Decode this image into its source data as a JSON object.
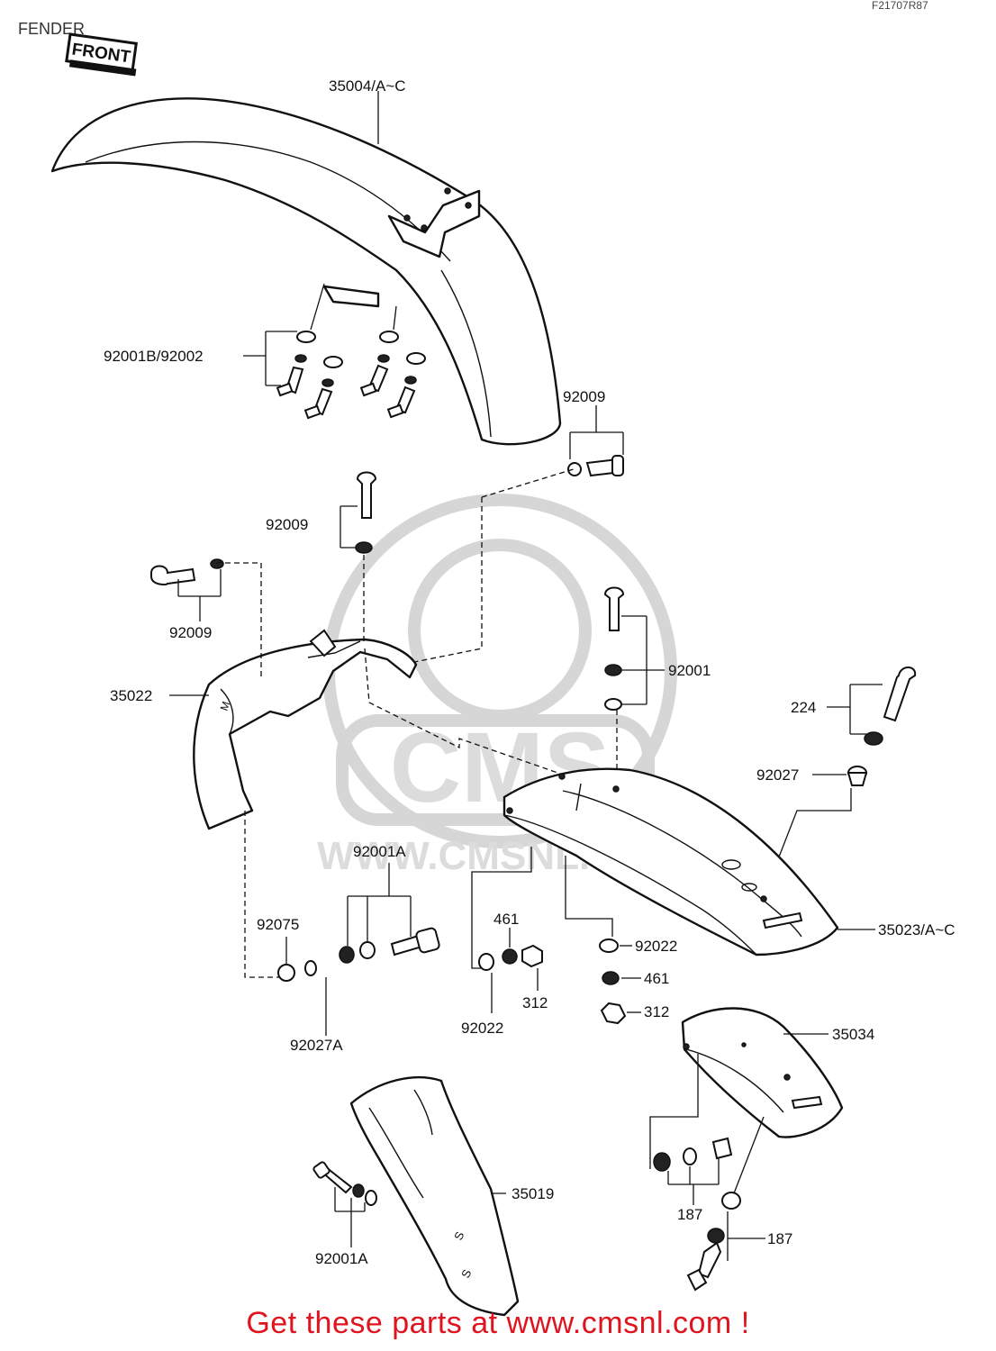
{
  "title": "FENDER",
  "ref_code": "F21707R87",
  "front_label": "FRONT",
  "watermark": {
    "logo_text": "CMS",
    "url_text": "WWW.CMSNL.COM"
  },
  "footer": "Get these parts at www.cmsnl.com !",
  "parts": {
    "p35004": "35004/A~C",
    "p92001b": "92001B/92002",
    "p92009a": "92009",
    "p92009b": "92009",
    "p92009c": "92009",
    "p35022": "35022",
    "p92001": "92001",
    "p224": "224",
    "p92027": "92027",
    "p92001a_a": "92001A",
    "p92075": "92075",
    "p92027a": "92027A",
    "p461a": "461",
    "p92022a": "92022",
    "p312a": "312",
    "p92022b": "92022",
    "p461b": "461",
    "p312b": "312",
    "p35023": "35023/A~C",
    "p35034": "35034",
    "p35019": "35019",
    "p92001a_b": "92001A",
    "p187a": "187",
    "p187b": "187"
  },
  "colors": {
    "footer": "#e0141e",
    "line": "#111111",
    "watermark": "#d6d6d6"
  }
}
